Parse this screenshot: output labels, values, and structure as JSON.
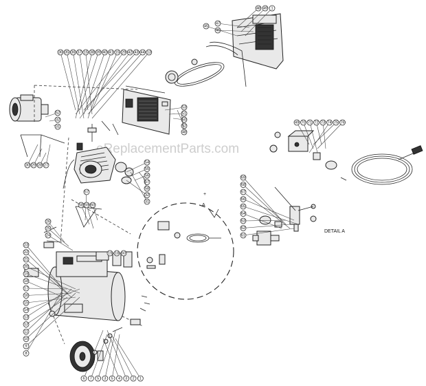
{
  "watermark": "eReplacementParts.com",
  "detail_label": "DETAIL A",
  "detail_marker": "A",
  "plus_marker": "+",
  "callouts": {
    "top_row": [
      "36",
      "35",
      "36",
      "37",
      "15",
      "38",
      "39",
      "40",
      "41",
      "15",
      "29",
      "42",
      "43",
      "44",
      "13"
    ],
    "top_right": [
      "48",
      "49",
      "1",
      "47",
      "46",
      "45"
    ],
    "motor_right": [
      "52",
      "32",
      "31"
    ],
    "motor_bottom": [
      "30",
      "29",
      "28",
      "27"
    ],
    "frame_right": [
      "53",
      "51",
      "50",
      "52",
      "48"
    ],
    "pump_right": [
      "54",
      "55",
      "56",
      "57",
      "58",
      "32",
      "31"
    ],
    "mid_group": [
      "57",
      "58",
      "59",
      "60"
    ],
    "left_column": [
      "23",
      "22",
      "21",
      "20",
      "19",
      "18",
      "17",
      "16",
      "15",
      "14",
      "13",
      "12",
      "11",
      "10",
      "9",
      "8"
    ],
    "tank_top": [
      "26",
      "25",
      "24"
    ],
    "tank_decals": [
      "19",
      "18",
      "60"
    ],
    "wheel_bottom": [
      "6",
      "7",
      "5",
      "3",
      "5",
      "4",
      "3",
      "2",
      "1"
    ],
    "detail_top": [
      "49",
      "70",
      "71",
      "72",
      "73",
      "74",
      "75",
      "76"
    ],
    "detail_left": [
      "69",
      "68",
      "67",
      "66",
      "65",
      "64",
      "63",
      "62",
      "61"
    ]
  }
}
